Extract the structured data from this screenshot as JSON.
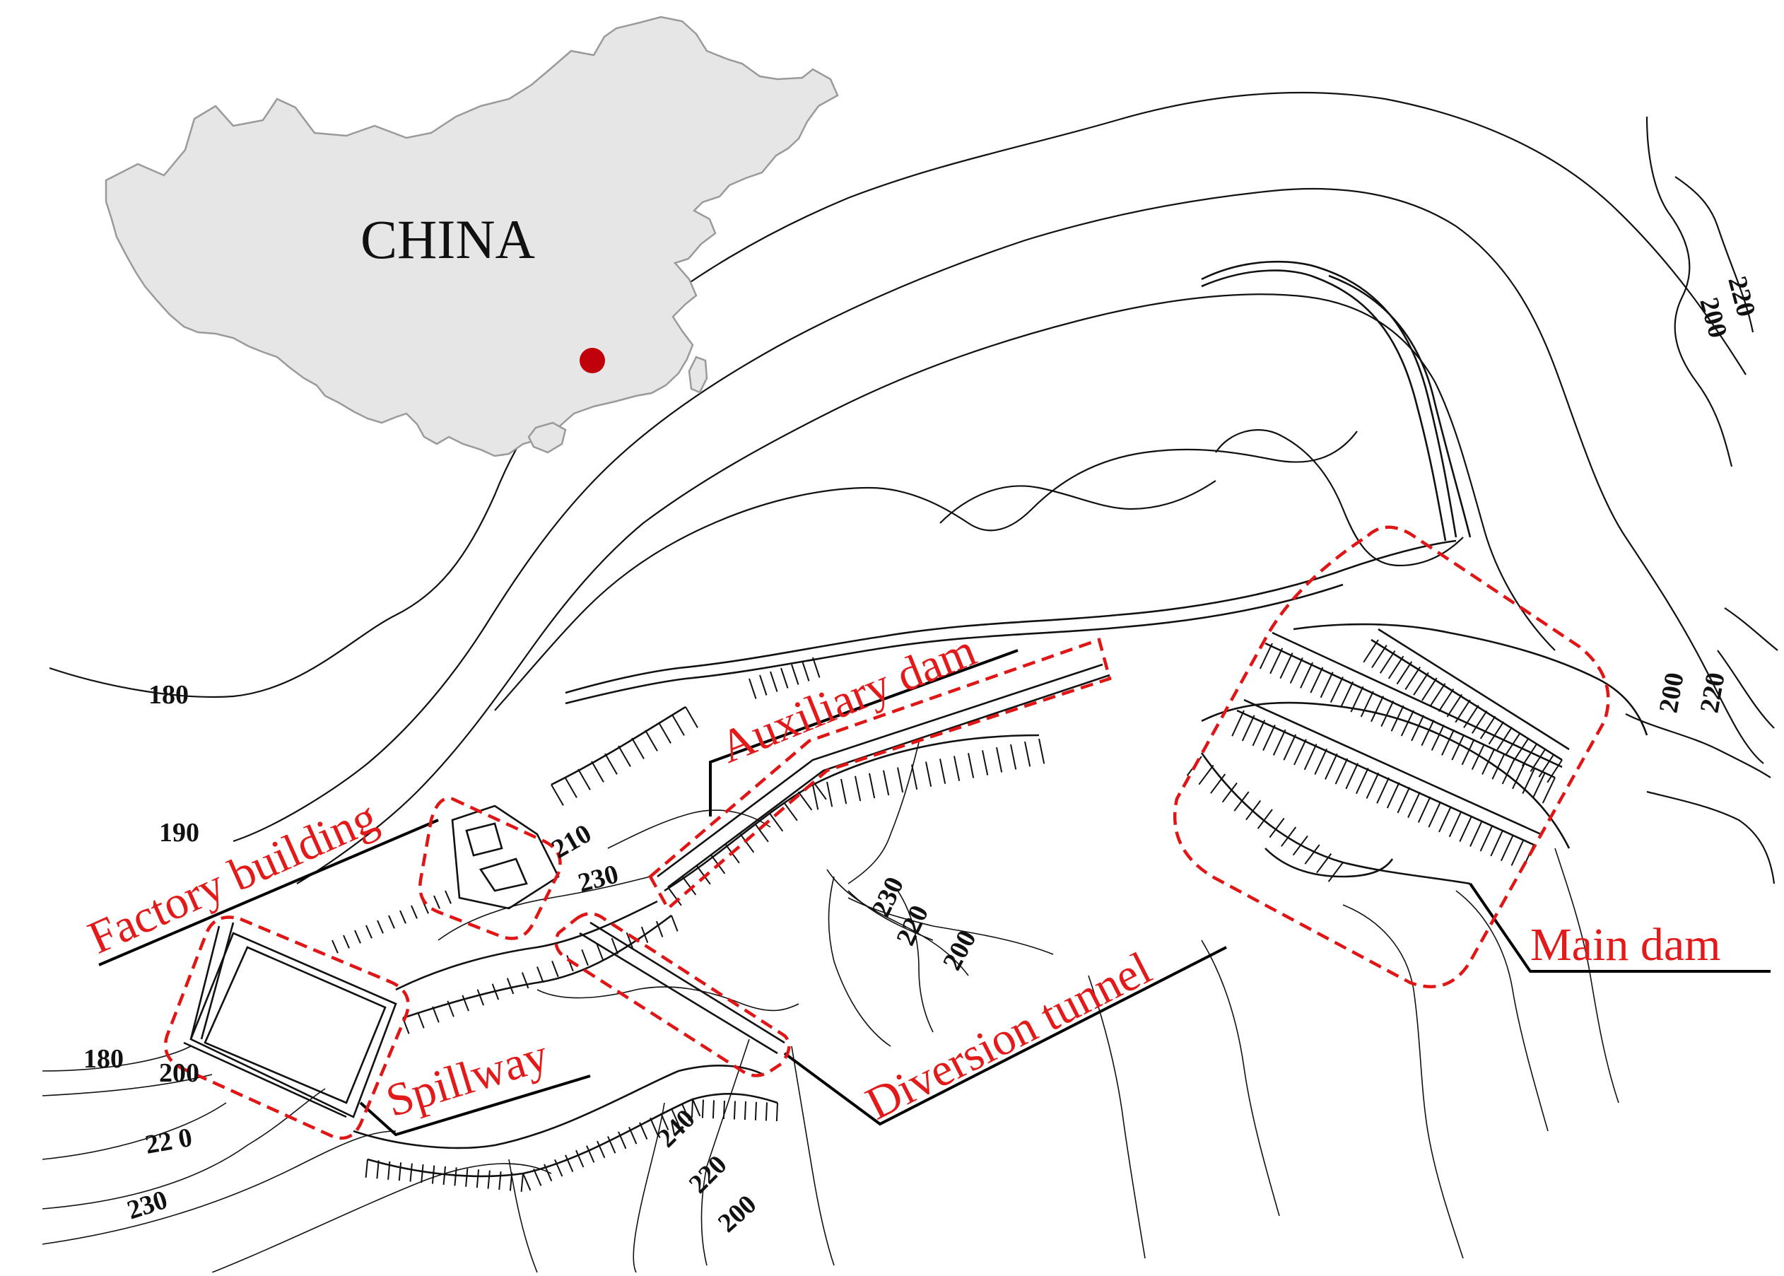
{
  "inset": {
    "label": "CHINA",
    "land_color": "#e6e6e6",
    "marker_color": "#c0000b"
  },
  "elevation_labels": [
    {
      "id": "e180a",
      "text": "180"
    },
    {
      "id": "e190",
      "text": "190"
    },
    {
      "id": "e180b",
      "text": "180"
    },
    {
      "id": "e200a",
      "text": "200"
    },
    {
      "id": "e220a",
      "text": "22 0"
    },
    {
      "id": "e230a",
      "text": "230"
    },
    {
      "id": "e210",
      "text": "210"
    },
    {
      "id": "e230b",
      "text": "230"
    },
    {
      "id": "e230c",
      "text": "230"
    },
    {
      "id": "e220b",
      "text": "220"
    },
    {
      "id": "e200b",
      "text": "200"
    },
    {
      "id": "e240",
      "text": "240"
    },
    {
      "id": "e220c",
      "text": "220"
    },
    {
      "id": "e200c",
      "text": "200"
    },
    {
      "id": "e200d",
      "text": "200"
    },
    {
      "id": "e220d",
      "text": "220"
    },
    {
      "id": "e200e",
      "text": "200"
    },
    {
      "id": "e220e",
      "text": "220"
    }
  ],
  "structures": {
    "factory_building": "Factory building",
    "spillway": "Spillway",
    "auxiliary_dam": "Auxiliary dam",
    "diversion_tunnel": "Diversion tunnel",
    "main_dam": "Main dam"
  },
  "colors": {
    "annotation": "#e31a1a",
    "contour": "#111111"
  }
}
